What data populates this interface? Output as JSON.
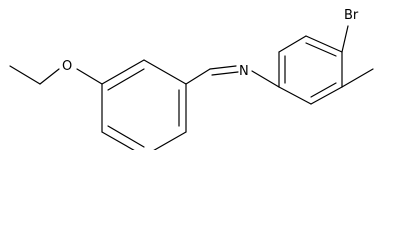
{
  "structure": {
    "atom_labels": {
      "nitrogen": "N",
      "oxygen": "O",
      "bromine": "Br"
    }
  }
}
